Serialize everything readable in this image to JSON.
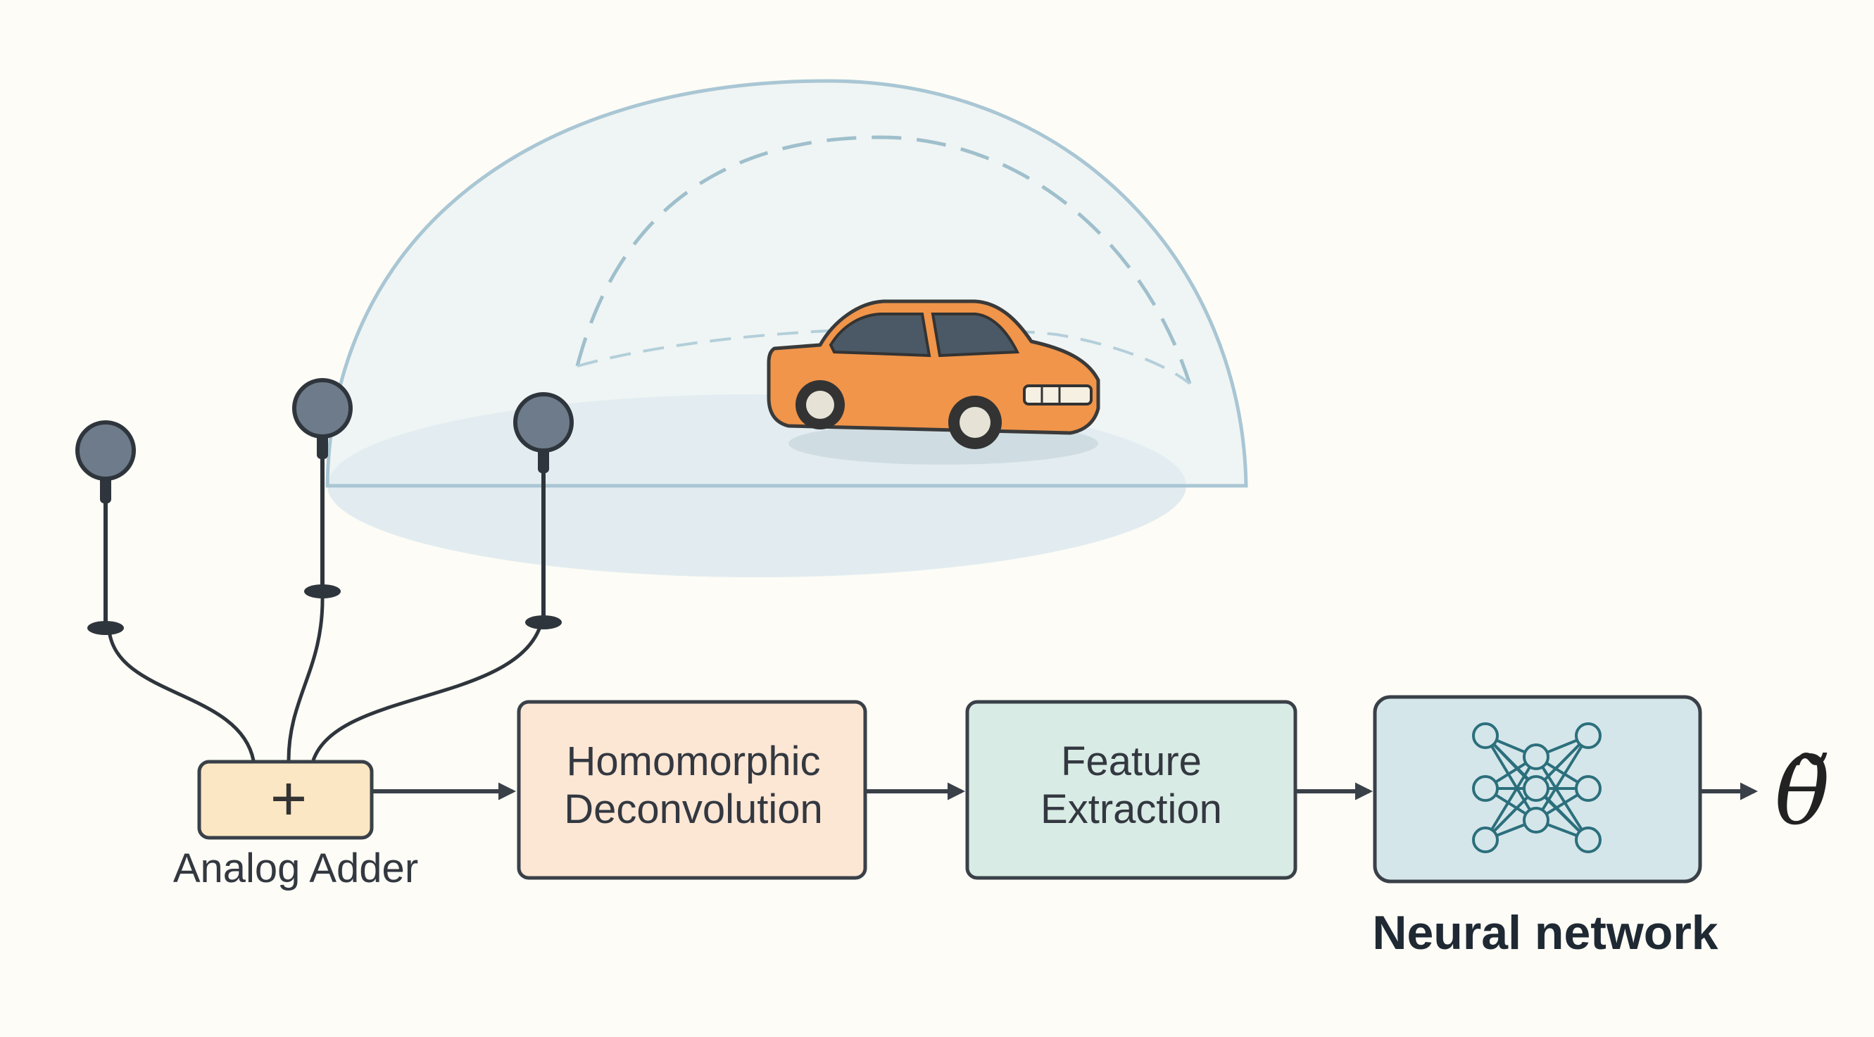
{
  "diagram": {
    "nodes": {
      "adder": {
        "symbol": "+",
        "label": "Analog Adder",
        "fill": "#fbe7c3"
      },
      "homomorphic": {
        "label_line1": "Homomorphic",
        "label_line2": "Deconvolution",
        "fill": "#fce6d4"
      },
      "feature": {
        "label_line1": "Feature",
        "label_line2": "Extraction",
        "fill": "#d8ebe4"
      },
      "neural": {
        "label": "Neural network",
        "fill": "#d4e6ea",
        "icon": "neural-network-icon"
      },
      "output": {
        "symbol": "θ̃"
      }
    },
    "scene": {
      "dome_color": "#c7dde6",
      "car_color": "#f0954a",
      "microphone_count": 3,
      "microphone_color": "#6d7b8a"
    },
    "edges": [
      {
        "from": "microphones",
        "to": "adder"
      },
      {
        "from": "adder",
        "to": "homomorphic"
      },
      {
        "from": "homomorphic",
        "to": "feature"
      },
      {
        "from": "feature",
        "to": "neural"
      },
      {
        "from": "neural",
        "to": "output"
      }
    ]
  }
}
